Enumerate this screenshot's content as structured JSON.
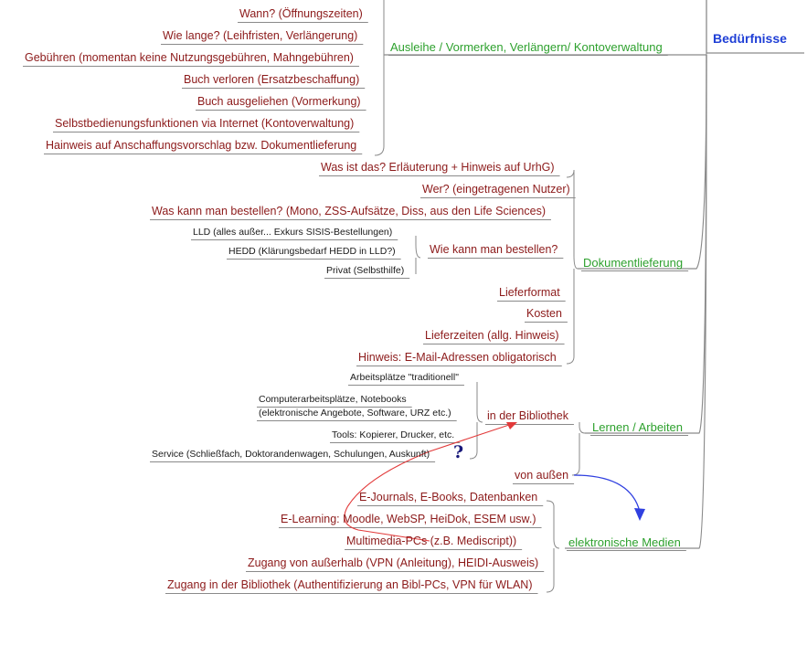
{
  "root": {
    "label": "Bedürfnisse",
    "color": "#1f3fd6"
  },
  "branch_color": "#8a8a8a",
  "arrow_colors": {
    "red": "#e23a3a",
    "blue": "#3040e0"
  },
  "branches": {
    "ausleihe": {
      "label": "Ausleihe / Vormerken, Verlängern/  Kontoverwaltung",
      "items": [
        "Wann? (Öffnungszeiten)",
        "Wie lange? (Leihfristen, Verlängerung)",
        "Gebühren (momentan keine Nutzungsgebühren, Mahngebühren)",
        "Buch verloren (Ersatzbeschaffung)",
        "Buch ausgeliehen (Vormerkung)",
        "Selbstbedienungsfunktionen via Internet (Kontoverwaltung)",
        "Hainweis auf Anschaffungsvorschlag bzw. Dokumentlieferung"
      ]
    },
    "dokument": {
      "label": "Dokumentlieferung",
      "items": [
        "Was ist das? Erläuterung + Hinweis auf UrhG)",
        "Wer? (eingetragenen Nutzer)",
        "Was kann man bestellen? (Mono, ZSS-Aufsätze, Diss, aus den Life Sciences)",
        "Wie kann man bestellen?",
        "Lieferformat",
        "Kosten",
        "Lieferzeiten (allg. Hinweis)",
        "Hinweis: E-Mail-Adressen obligatorisch"
      ],
      "wie_sub": [
        "LLD (alles außer... Exkurs SISIS-Bestellungen)",
        "HEDD (Klärungsbedarf HEDD in LLD?)",
        "Privat (Selbsthilfe)"
      ]
    },
    "lernen": {
      "label": "Lernen / Arbeiten",
      "bibliothek": {
        "label": "in der Bibliothek",
        "items": [
          "Arbeitsplätze \"traditionell\"",
          "Computerarbeitsplätze, Notebooks",
          "(elektronische Angebote, Software, URZ etc.)",
          "Tools: Kopierer, Drucker, etc.",
          "Service (Schließfach, Doktorandenwagen, Schulungen, Auskunft)"
        ],
        "question_mark": "?"
      },
      "aussen": {
        "label": "von außen"
      }
    },
    "medien": {
      "label": "elektronische Medien",
      "items": [
        "E-Journals, E-Books, Datenbanken",
        "E-Learning: Moodle, WebSP, HeiDok, ESEM usw.)",
        "Multimedia-PCs (z.B. Mediscript))",
        "Zugang von außerhalb (VPN (Anleitung), HEIDI-Ausweis)",
        "Zugang in der Bibliothek (Authentifizierung an Bibl-PCs, VPN für WLAN)"
      ]
    }
  }
}
